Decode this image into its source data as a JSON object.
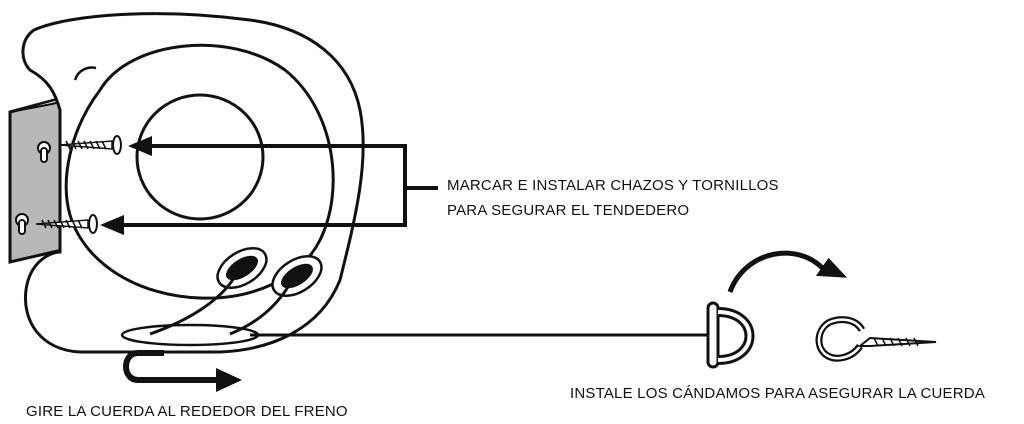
{
  "labels": {
    "mount_line1": "MARCAR E INSTALAR CHAZOS Y TORNILLOS",
    "mount_line2": "PARA SEGURAR EL TENDEDERO",
    "lock_cord": "INSTALE LOS CÁNDAMOS PARA ASEGURAR LA CUERDA",
    "brake": "GIRE LA CUERDA AL REDEDOR DEL FRENO"
  },
  "colors": {
    "stroke": "#111111",
    "fill": "#ffffff",
    "bracket": "#b8b8b8"
  },
  "icons": [
    "reel-body-icon",
    "wall-bracket-icon",
    "screw-icon",
    "cord-lock-icon",
    "screw-hook-icon",
    "curved-arrow-icon",
    "u-turn-arrow-icon"
  ]
}
